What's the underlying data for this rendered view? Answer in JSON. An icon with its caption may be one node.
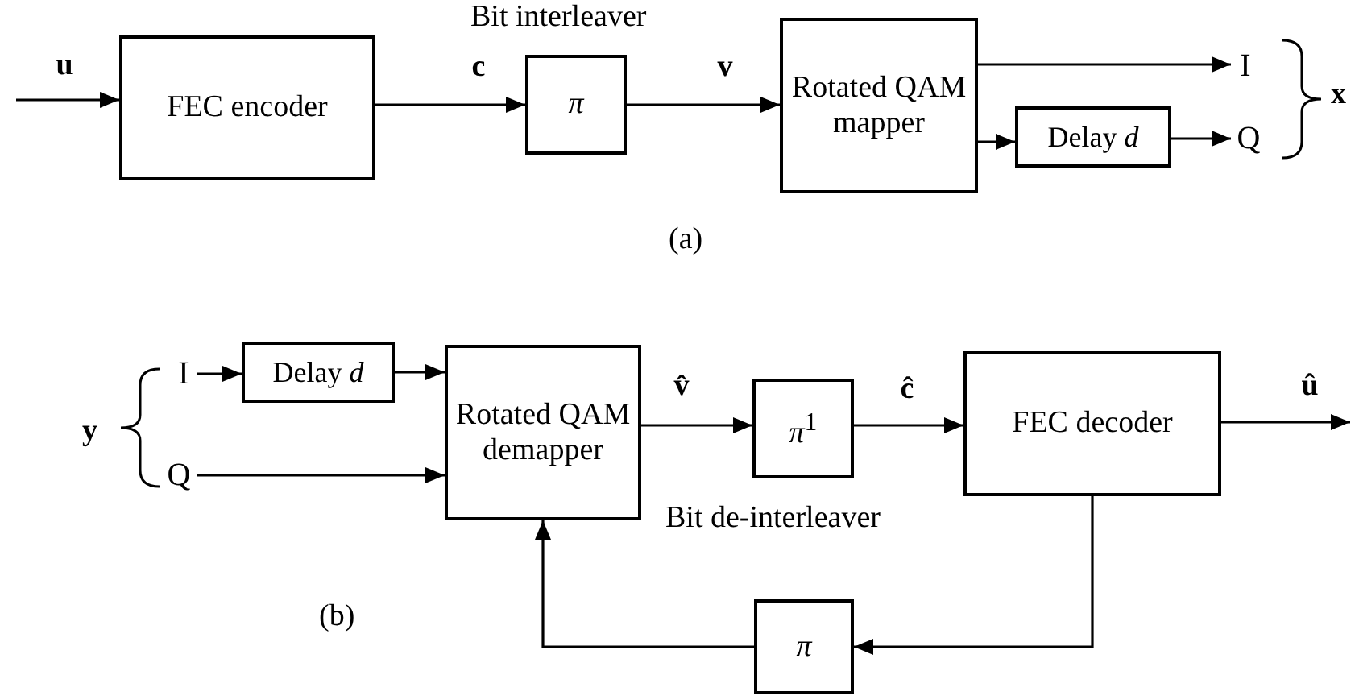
{
  "diagram": {
    "nodes": [
      {
        "text": [
          "FEC encoder"
        ]
      },
      {
        "text": [
          "π"
        ],
        "beside": [
          "Bit interleaver"
        ]
      },
      {
        "text": [
          "Rotated QAM mapper"
        ]
      },
      {
        "text": [
          "Delay *d*"
        ]
      },
      {
        "text": [
          "I"
        ]
      },
      {
        "text": [
          "Q"
        ]
      },
      {
        "text": [
          "I"
        ]
      },
      {
        "text": [
          "Q"
        ]
      },
      {
        "text": [
          "Delay *d*"
        ]
      },
      {
        "text": [
          "Rotated QAM demapper"
        ]
      },
      {
        "text": [
          "*π*$^{1}$"
        ],
        "beside": [
          "Bit de-interleaver"
        ]
      },
      {
        "text": [
          "FEC decoder"
        ]
      },
      {
        "text": [
          "π"
        ]
      }
    ],
    "edges": [
      {
        "from": null,
        "to": 0,
        "arrow": "to",
        "label": "u"
      },
      {
        "from": 0,
        "to": 1,
        "arrow": "to",
        "label": "c"
      },
      {
        "from": 1,
        "to": 2,
        "arrow": "to",
        "label": "v"
      },
      {
        "from": 2,
        "to": 4,
        "arrow": "to"
      },
      {
        "from": 2,
        "to": 3,
        "arrow": "to"
      },
      {
        "from": 3,
        "to": 5,
        "arrow": "to"
      },
      {
        "from": 6,
        "to": 8,
        "arrow": "to"
      },
      {
        "from": 8,
        "to": 9,
        "arrow": "to"
      },
      {
        "from": 7,
        "to": 9,
        "arrow": "to"
      },
      {
        "from": 9,
        "to": 10,
        "arrow": "to",
        "label": "v̂"
      },
      {
        "from": 10,
        "to": 11,
        "arrow": "to",
        "label": "ĉ"
      },
      {
        "from": 11,
        "to": null,
        "arrow": "to",
        "label": "û"
      },
      {
        "from": 11,
        "to": 12,
        "arrow": "to"
      },
      {
        "from": 12,
        "to": 9,
        "arrow": "to"
      }
    ],
    "labels": [
      "x",
      "(a)",
      "y",
      "(b)"
    ]
  }
}
